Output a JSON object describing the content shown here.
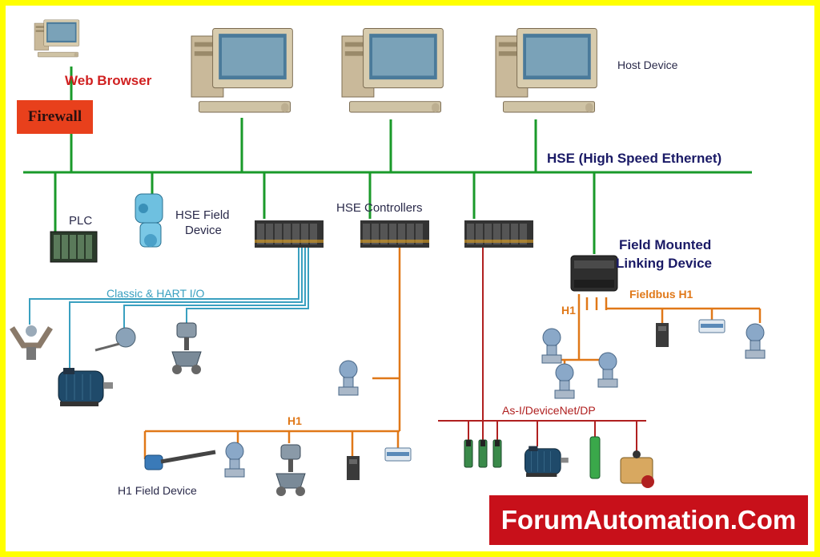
{
  "labels": {
    "web_browser": "Web Browser",
    "firewall": "Firewall",
    "host_device": "Host Device",
    "hse": "HSE (High Speed Ethernet)",
    "plc": "PLC",
    "hse_field_device_line1": "HSE Field",
    "hse_field_device_line2": "Device",
    "hse_controllers": "HSE Controllers",
    "field_mounted_line1": "Field Mounted",
    "field_mounted_line2": "Linking Device",
    "classic_hart_io": "Classic & HART I/O",
    "fieldbus_h1": "Fieldbus H1",
    "h1_right": "H1",
    "h1_bottom": "H1",
    "h1_field_device": "H1 Field Device",
    "asi_devicenet_dp": "As-I/DeviceNet/DP"
  },
  "brand": "ForumAutomation.Com",
  "colors": {
    "frame": "#ffff00",
    "hse_bus": "#1a9a2a",
    "classic_io": "#3aa0c0",
    "h1_bus": "#e07818",
    "asi_bus": "#b02020",
    "firewall": "#e8401c",
    "brand_bg": "#c8101a"
  },
  "icons": [
    "computer-icon",
    "plc-icon",
    "transmitter-icon",
    "controller-rack-icon",
    "linking-device-icon",
    "valve-icon",
    "motor-icon",
    "sensor-icon",
    "flowmeter-icon"
  ]
}
